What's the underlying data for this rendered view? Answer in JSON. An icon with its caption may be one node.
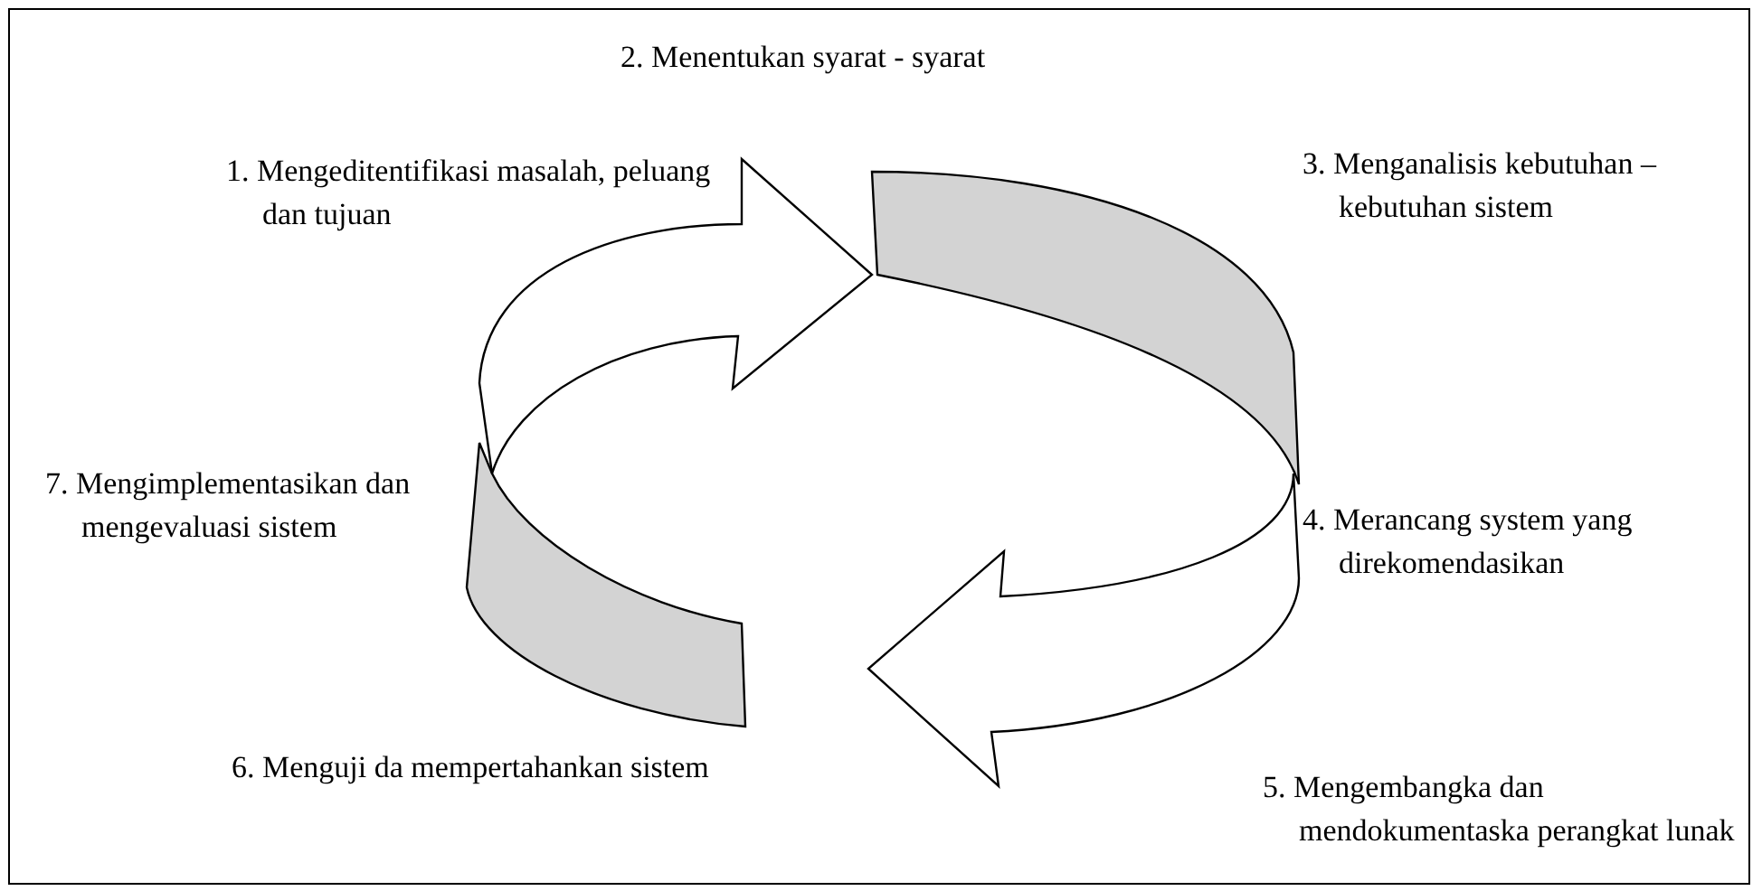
{
  "diagram": {
    "labels": [
      "1. Mengeditentifikasi masalah, peluang dan tujuan",
      "2. Menentukan syarat - syarat",
      "3. Menganalisis kebutuhan – kebutuhan sistem",
      "4. Merancang system yang direkomendasikan",
      "5. Mengembangka dan mendokumentaska perangkat lunak",
      "6. Menguji da mempertahankan sistem",
      "7. Mengimplementasikan dan mengevaluasi sistem"
    ]
  }
}
